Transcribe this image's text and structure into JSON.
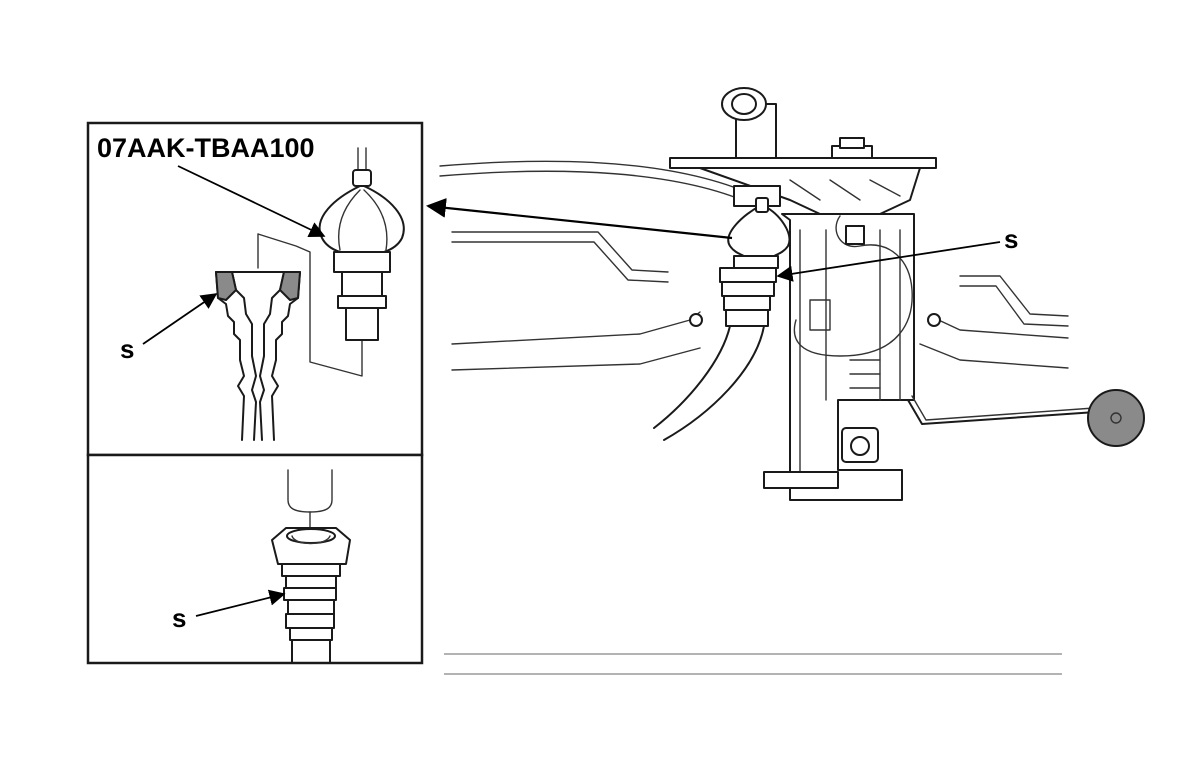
{
  "labels": {
    "tool_number": "07AAK-TBAA100",
    "seal_inset_top": "s",
    "seal_inset_bottom": "s",
    "seal_main": "s"
  },
  "colors": {
    "line": "#1a1a1a",
    "seal_shade": "#8a8a8a",
    "ground_line": "#9a9a9a",
    "background": "#ffffff"
  }
}
